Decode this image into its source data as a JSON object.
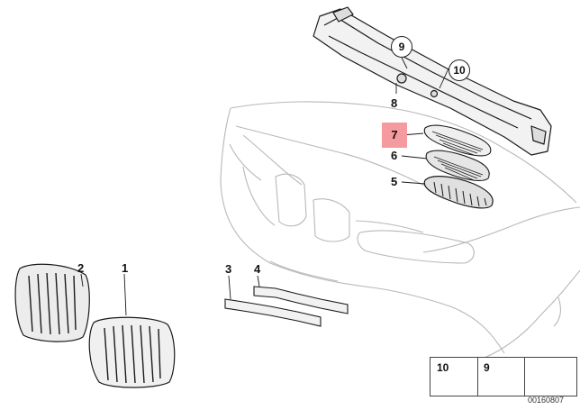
{
  "callouts": {
    "p1": "1",
    "p2": "2",
    "p3": "3",
    "p4": "4",
    "p5": "5",
    "p6": "6",
    "p7": "7",
    "p8": "8",
    "p9": "9",
    "p10": "10"
  },
  "highlight_color": "#f59a9f",
  "legend": {
    "item_10": "10",
    "item_9": "9"
  },
  "diagram_id": "00160807"
}
